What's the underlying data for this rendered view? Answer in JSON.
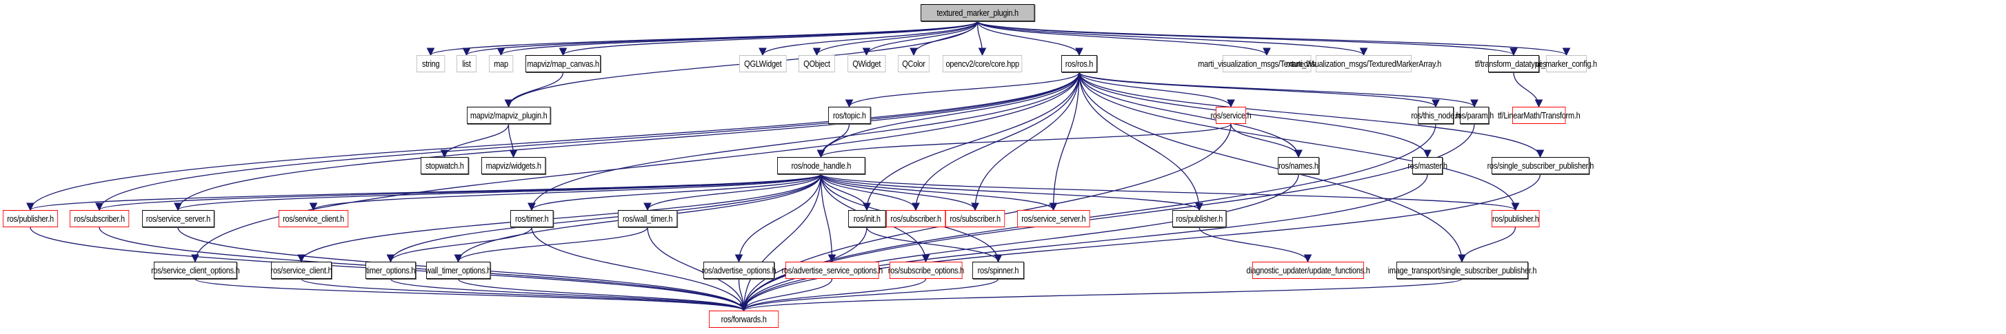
{
  "title": "textured_marker_plugin.h",
  "colors": {
    "edge": "#191970",
    "documented_border": "#000000",
    "external_border": "#bfbfbf",
    "missing_border": "#ff0000",
    "root_fill": "#bfbfbf"
  },
  "nodes": [
    {
      "id": "root",
      "label": "textured_marker_plugin.h",
      "kind": "root"
    },
    {
      "id": "string",
      "label": "string",
      "kind": "external"
    },
    {
      "id": "list",
      "label": "list",
      "kind": "external"
    },
    {
      "id": "map",
      "label": "map",
      "kind": "external"
    },
    {
      "id": "map_canvas",
      "label": "mapviz/map_canvas.h",
      "kind": "documented"
    },
    {
      "id": "qglwidget",
      "label": "QGLWidget",
      "kind": "external"
    },
    {
      "id": "qobject",
      "label": "QObject",
      "kind": "external"
    },
    {
      "id": "qwidget",
      "label": "QWidget",
      "kind": "external"
    },
    {
      "id": "qcolor",
      "label": "QColor",
      "kind": "external"
    },
    {
      "id": "opencv",
      "label": "opencv2/core/core.hpp",
      "kind": "external"
    },
    {
      "id": "ros",
      "label": "ros/ros.h",
      "kind": "documented"
    },
    {
      "id": "textured_marker",
      "label": "marti_visualization_msgs/TexturedMarker.h",
      "kind": "external"
    },
    {
      "id": "textured_marker_array",
      "label": "marti_visualization_msgs/TexturedMarkerArray.h",
      "kind": "external"
    },
    {
      "id": "transform_datatypes",
      "label": "tf/transform_datatypes.h",
      "kind": "documented"
    },
    {
      "id": "ui_marker_config",
      "label": "ui_marker_config.h",
      "kind": "external"
    },
    {
      "id": "mapviz_plugin",
      "label": "mapviz/mapviz_plugin.h",
      "kind": "documented"
    },
    {
      "id": "topic",
      "label": "ros/topic.h",
      "kind": "documented"
    },
    {
      "id": "service",
      "label": "ros/service.h",
      "kind": "missing"
    },
    {
      "id": "this_node",
      "label": "ros/this_node.h",
      "kind": "documented"
    },
    {
      "id": "param",
      "label": "ros/param.h",
      "kind": "documented"
    },
    {
      "id": "linearmath_transform",
      "label": "tf/LinearMath/Transform.h",
      "kind": "missing"
    },
    {
      "id": "stopwatch",
      "label": "stopwatch.h",
      "kind": "documented"
    },
    {
      "id": "widgets",
      "label": "mapviz/widgets.h",
      "kind": "documented"
    },
    {
      "id": "node_handle",
      "label": "ros/node_handle.h",
      "kind": "documented"
    },
    {
      "id": "names",
      "label": "ros/names.h",
      "kind": "documented"
    },
    {
      "id": "master",
      "label": "ros/master.h",
      "kind": "documented"
    },
    {
      "id": "single_subscriber_publisher",
      "label": "ros/single_subscriber_publisher.h",
      "kind": "documented"
    },
    {
      "id": "publisher_a",
      "label": "ros/publisher.h",
      "kind": "missing"
    },
    {
      "id": "subscriber_a",
      "label": "ros/subscriber.h",
      "kind": "missing"
    },
    {
      "id": "service_server_a",
      "label": "ros/service_server.h",
      "kind": "documented"
    },
    {
      "id": "service_client_a",
      "label": "ros/service_client.h",
      "kind": "missing"
    },
    {
      "id": "timer",
      "label": "ros/timer.h",
      "kind": "documented"
    },
    {
      "id": "wall_timer",
      "label": "ros/wall_timer.h",
      "kind": "documented"
    },
    {
      "id": "init",
      "label": "ros/init.h",
      "kind": "documented"
    },
    {
      "id": "subscriber_b",
      "label": "ros/subscriber.h",
      "kind": "missing"
    },
    {
      "id": "subscriber_c",
      "label": "ros/subscriber.h",
      "kind": "missing"
    },
    {
      "id": "service_server_b",
      "label": "ros/service_server.h",
      "kind": "missing"
    },
    {
      "id": "publisher_b",
      "label": "ros/publisher.h",
      "kind": "documented"
    },
    {
      "id": "publisher_c",
      "label": "ros/publisher.h",
      "kind": "missing"
    },
    {
      "id": "service_client_options",
      "label": "ros/service_client_options.h",
      "kind": "documented"
    },
    {
      "id": "service_client_b",
      "label": "ros/service_client.h",
      "kind": "documented"
    },
    {
      "id": "timer_options",
      "label": "timer_options.h",
      "kind": "documented"
    },
    {
      "id": "wall_timer_options",
      "label": "wall_timer_options.h",
      "kind": "documented"
    },
    {
      "id": "advertise_options",
      "label": "ros/advertise_options.h",
      "kind": "documented"
    },
    {
      "id": "advertise_service_options",
      "label": "ros/advertise_service_options.h",
      "kind": "missing"
    },
    {
      "id": "subscribe_options",
      "label": "ros/subscribe_options.h",
      "kind": "missing"
    },
    {
      "id": "spinner",
      "label": "ros/spinner.h",
      "kind": "documented"
    },
    {
      "id": "update_functions",
      "label": "diagnostic_updater/update_functions.h",
      "kind": "missing"
    },
    {
      "id": "image_transport_ssp",
      "label": "image_transport/single_subscriber_publisher.h",
      "kind": "documented"
    },
    {
      "id": "forwards",
      "label": "ros/forwards.h",
      "kind": "missing"
    }
  ],
  "edges": [
    [
      "root",
      "string"
    ],
    [
      "root",
      "list"
    ],
    [
      "root",
      "map"
    ],
    [
      "root",
      "map_canvas"
    ],
    [
      "root",
      "qglwidget"
    ],
    [
      "root",
      "qobject"
    ],
    [
      "root",
      "qwidget"
    ],
    [
      "root",
      "qcolor"
    ],
    [
      "root",
      "opencv"
    ],
    [
      "root",
      "ros"
    ],
    [
      "root",
      "textured_marker"
    ],
    [
      "root",
      "textured_marker_array"
    ],
    [
      "root",
      "transform_datatypes"
    ],
    [
      "root",
      "ui_marker_config"
    ],
    [
      "root",
      "mapviz_plugin"
    ],
    [
      "map_canvas",
      "mapviz_plugin"
    ],
    [
      "mapviz_plugin",
      "stopwatch"
    ],
    [
      "mapviz_plugin",
      "widgets"
    ],
    [
      "transform_datatypes",
      "linearmath_transform"
    ],
    [
      "ros",
      "topic"
    ],
    [
      "ros",
      "node_handle"
    ],
    [
      "ros",
      "service"
    ],
    [
      "ros",
      "names"
    ],
    [
      "ros",
      "this_node"
    ],
    [
      "ros",
      "param"
    ],
    [
      "ros",
      "master"
    ],
    [
      "ros",
      "single_subscriber_publisher"
    ],
    [
      "ros",
      "publisher_a"
    ],
    [
      "ros",
      "subscriber_a"
    ],
    [
      "ros",
      "service_server_a"
    ],
    [
      "ros",
      "timer"
    ],
    [
      "ros",
      "init"
    ],
    [
      "ros",
      "subscriber_b"
    ],
    [
      "ros",
      "subscriber_c"
    ],
    [
      "ros",
      "service_server_b"
    ],
    [
      "ros",
      "publisher_b"
    ],
    [
      "ros",
      "publisher_c"
    ],
    [
      "ros",
      "image_transport_ssp"
    ],
    [
      "ros",
      "service_client_options"
    ],
    [
      "topic",
      "node_handle"
    ],
    [
      "service",
      "node_handle"
    ],
    [
      "service",
      "names"
    ],
    [
      "service",
      "forwards"
    ],
    [
      "node_handle",
      "publisher_a"
    ],
    [
      "node_handle",
      "subscriber_a"
    ],
    [
      "node_handle",
      "service_server_a"
    ],
    [
      "node_handle",
      "service_client_a"
    ],
    [
      "node_handle",
      "timer"
    ],
    [
      "node_handle",
      "wall_timer"
    ],
    [
      "node_handle",
      "init"
    ],
    [
      "node_handle",
      "subscriber_b"
    ],
    [
      "node_handle",
      "subscriber_c"
    ],
    [
      "node_handle",
      "service_server_b"
    ],
    [
      "node_handle",
      "publisher_b"
    ],
    [
      "node_handle",
      "publisher_c"
    ],
    [
      "node_handle",
      "service_client_b"
    ],
    [
      "node_handle",
      "timer_options"
    ],
    [
      "node_handle",
      "wall_timer_options"
    ],
    [
      "node_handle",
      "advertise_options"
    ],
    [
      "node_handle",
      "advertise_service_options"
    ],
    [
      "node_handle",
      "subscribe_options"
    ],
    [
      "node_handle",
      "spinner"
    ],
    [
      "node_handle",
      "forwards"
    ],
    [
      "timer",
      "timer_options"
    ],
    [
      "timer",
      "forwards"
    ],
    [
      "wall_timer",
      "wall_timer_options"
    ],
    [
      "wall_timer",
      "forwards"
    ],
    [
      "init",
      "spinner"
    ],
    [
      "init",
      "forwards"
    ],
    [
      "publisher_b",
      "update_functions"
    ],
    [
      "publisher_c",
      "image_transport_ssp"
    ],
    [
      "names",
      "forwards"
    ],
    [
      "master",
      "forwards"
    ],
    [
      "this_node",
      "forwards"
    ],
    [
      "param",
      "forwards"
    ],
    [
      "single_subscriber_publisher",
      "forwards"
    ],
    [
      "publisher_a",
      "forwards"
    ],
    [
      "subscriber_a",
      "forwards"
    ],
    [
      "service_server_a",
      "forwards"
    ],
    [
      "service_client_options",
      "forwards"
    ],
    [
      "service_client_b",
      "forwards"
    ],
    [
      "timer_options",
      "forwards"
    ],
    [
      "wall_timer_options",
      "forwards"
    ],
    [
      "advertise_options",
      "forwards"
    ],
    [
      "advertise_service_options",
      "forwards"
    ],
    [
      "subscribe_options",
      "forwards"
    ],
    [
      "spinner",
      "forwards"
    ],
    [
      "image_transport_ssp",
      "forwards"
    ]
  ]
}
